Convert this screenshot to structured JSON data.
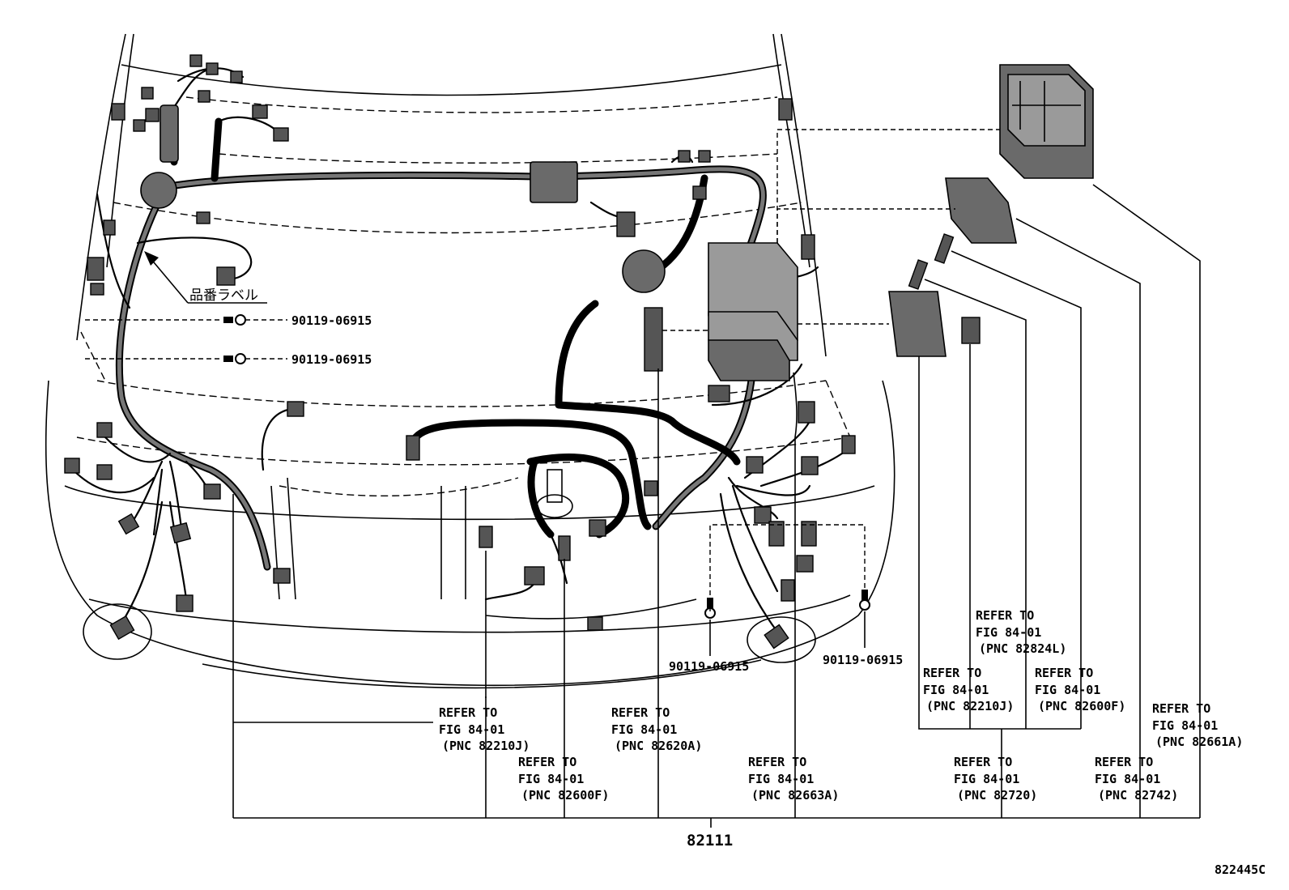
{
  "diagram": {
    "figure_code": "822445C",
    "main_part": "82111",
    "jp_label": "品番ラベル",
    "bolt_labels": [
      "90119-06915",
      "90119-06915",
      "90119-06915",
      "90119-06915"
    ],
    "refs": [
      {
        "line1": "REFER TO",
        "line2": "FIG 84-01",
        "line3": "(PNC 82210J)"
      },
      {
        "line1": "REFER TO",
        "line2": "FIG 84-01",
        "line3": "(PNC 82600F)"
      },
      {
        "line1": "REFER TO",
        "line2": "FIG 84-01",
        "line3": "(PNC 82620A)"
      },
      {
        "line1": "REFER TO",
        "line2": "FIG 84-01",
        "line3": "(PNC 82663A)"
      },
      {
        "line1": "REFER TO",
        "line2": "FIG 84-01",
        "line3": "(PNC 82210J)"
      },
      {
        "line1": "REFER TO",
        "line2": "FIG 84-01",
        "line3": "(PNC 82824L)"
      },
      {
        "line1": "REFER TO",
        "line2": "FIG 84-01",
        "line3": "(PNC 82600F)"
      },
      {
        "line1": "REFER TO",
        "line2": "FIG 84-01",
        "line3": "(PNC 82720)"
      },
      {
        "line1": "REFER TO",
        "line2": "FIG 84-01",
        "line3": "(PNC 82742)"
      },
      {
        "line1": "REFER TO",
        "line2": "FIG 84-01",
        "line3": "(PNC 82661A)"
      }
    ]
  }
}
